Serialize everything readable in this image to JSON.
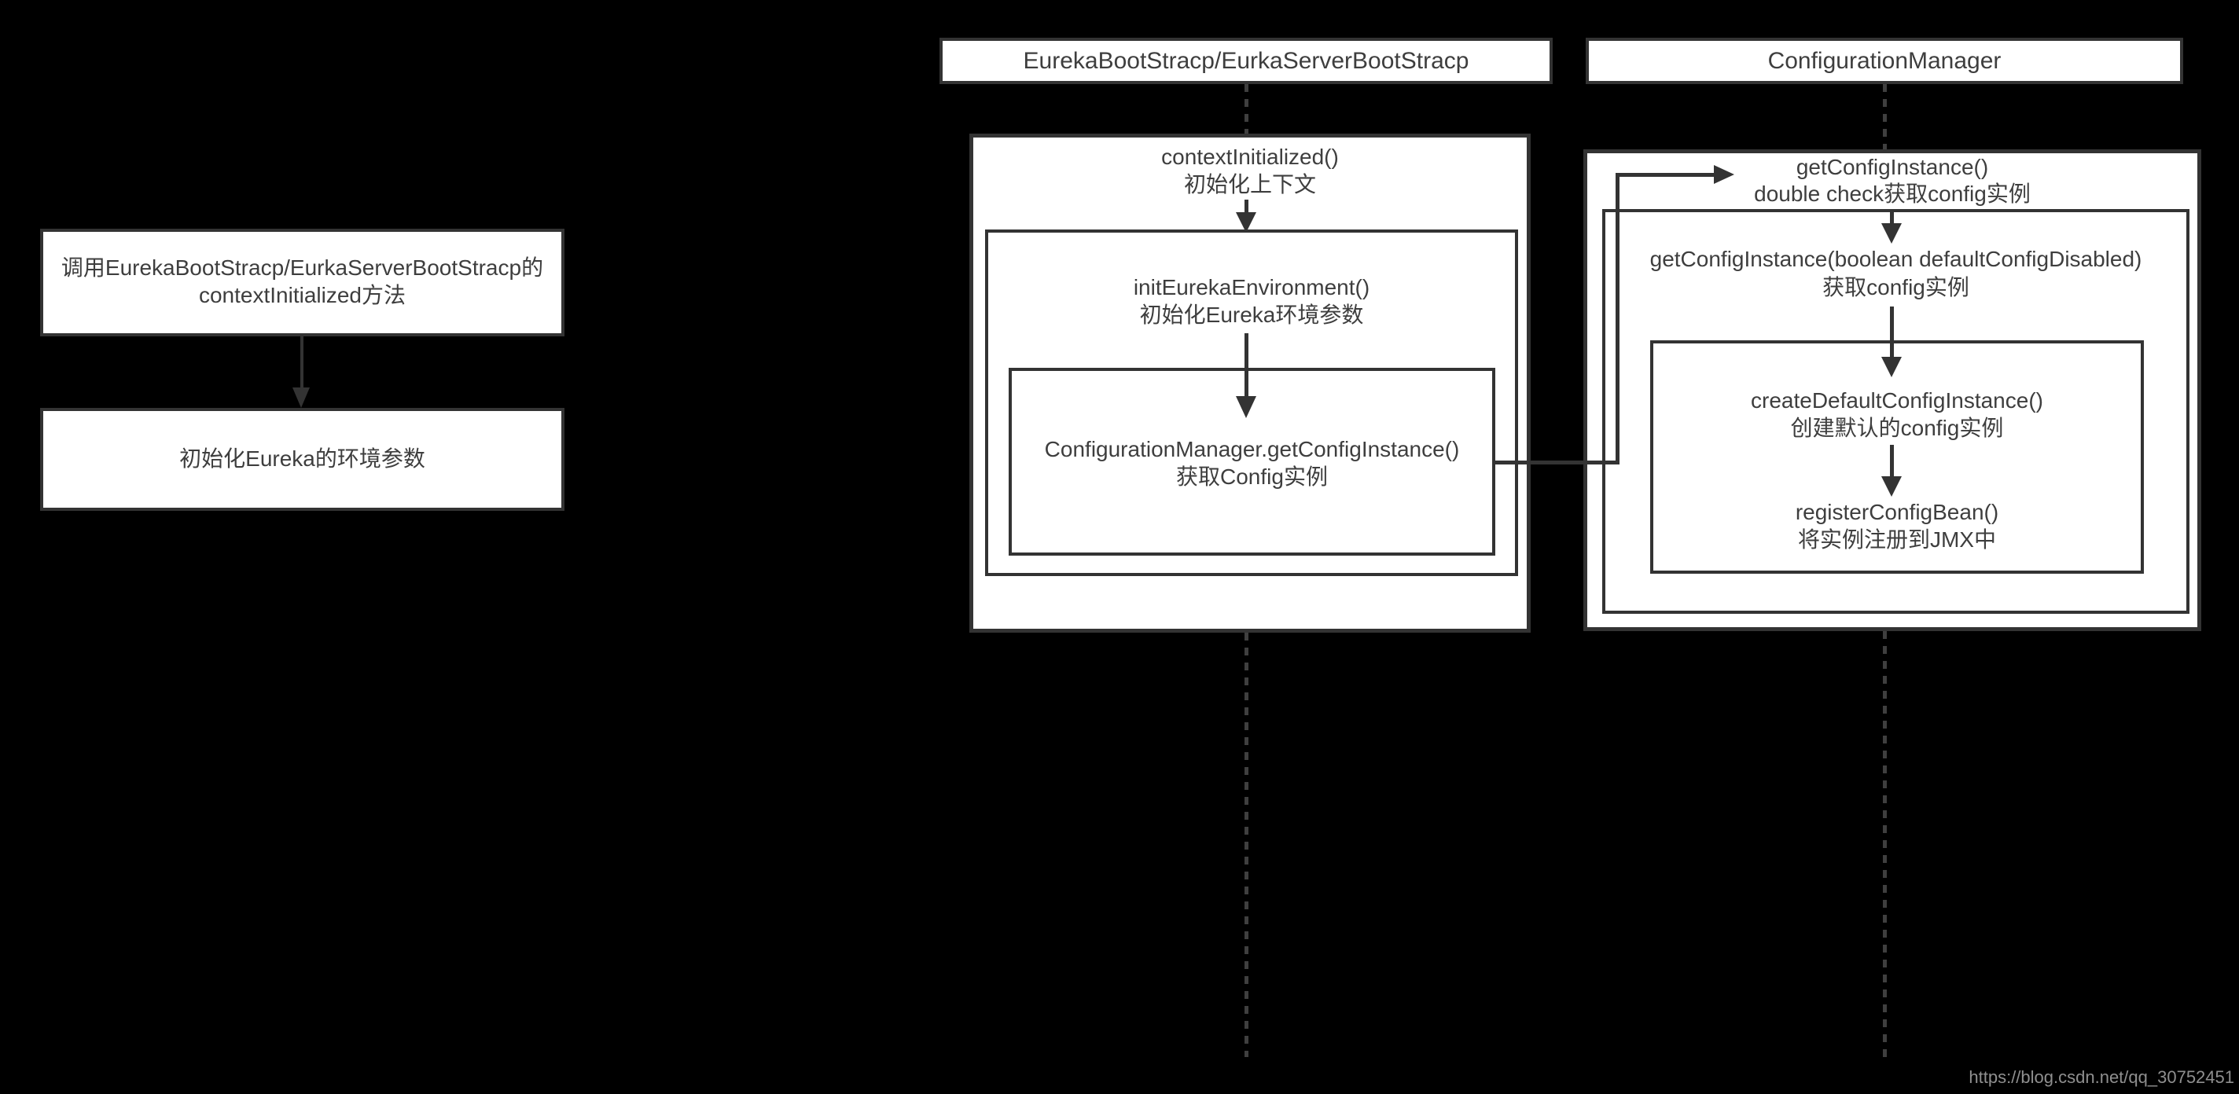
{
  "colors": {
    "background": "#000000",
    "box_fill": "#ffffff",
    "line": "#333333",
    "text": "#3e3e3e",
    "lifeline_dash": "#3f3f3f",
    "watermark": "#8f8f8f"
  },
  "left": {
    "box1_line1": "调用EurekaBootStracp/EurkaServerBootStracp的",
    "box1_line2": "contextInitialized方法",
    "box2_line1": "初始化Eureka的环境参数"
  },
  "eureka": {
    "header": "EurekaBootStracp/EurkaServerBootStracp",
    "outer_line1": "contextInitialized()",
    "outer_line2": "初始化上下文",
    "inner_line1": "initEurekaEnvironment()",
    "inner_line2": "初始化Eureka环境参数",
    "innermost_line1": "ConfigurationManager.getConfigInstance()",
    "innermost_line2": "获取Config实例"
  },
  "config": {
    "header": "ConfigurationManager",
    "outer_line1": "getConfigInstance()",
    "outer_line2": "double check获取config实例",
    "inner_line1": "getConfigInstance(boolean defaultConfigDisabled)",
    "inner_line2": "获取config实例",
    "step1_line1": "createDefaultConfigInstance()",
    "step1_line2": "创建默认的config实例",
    "step2_line1": "registerConfigBean()",
    "step2_line2": "将实例注册到JMX中"
  },
  "watermark": "https://blog.csdn.net/qq_30752451"
}
